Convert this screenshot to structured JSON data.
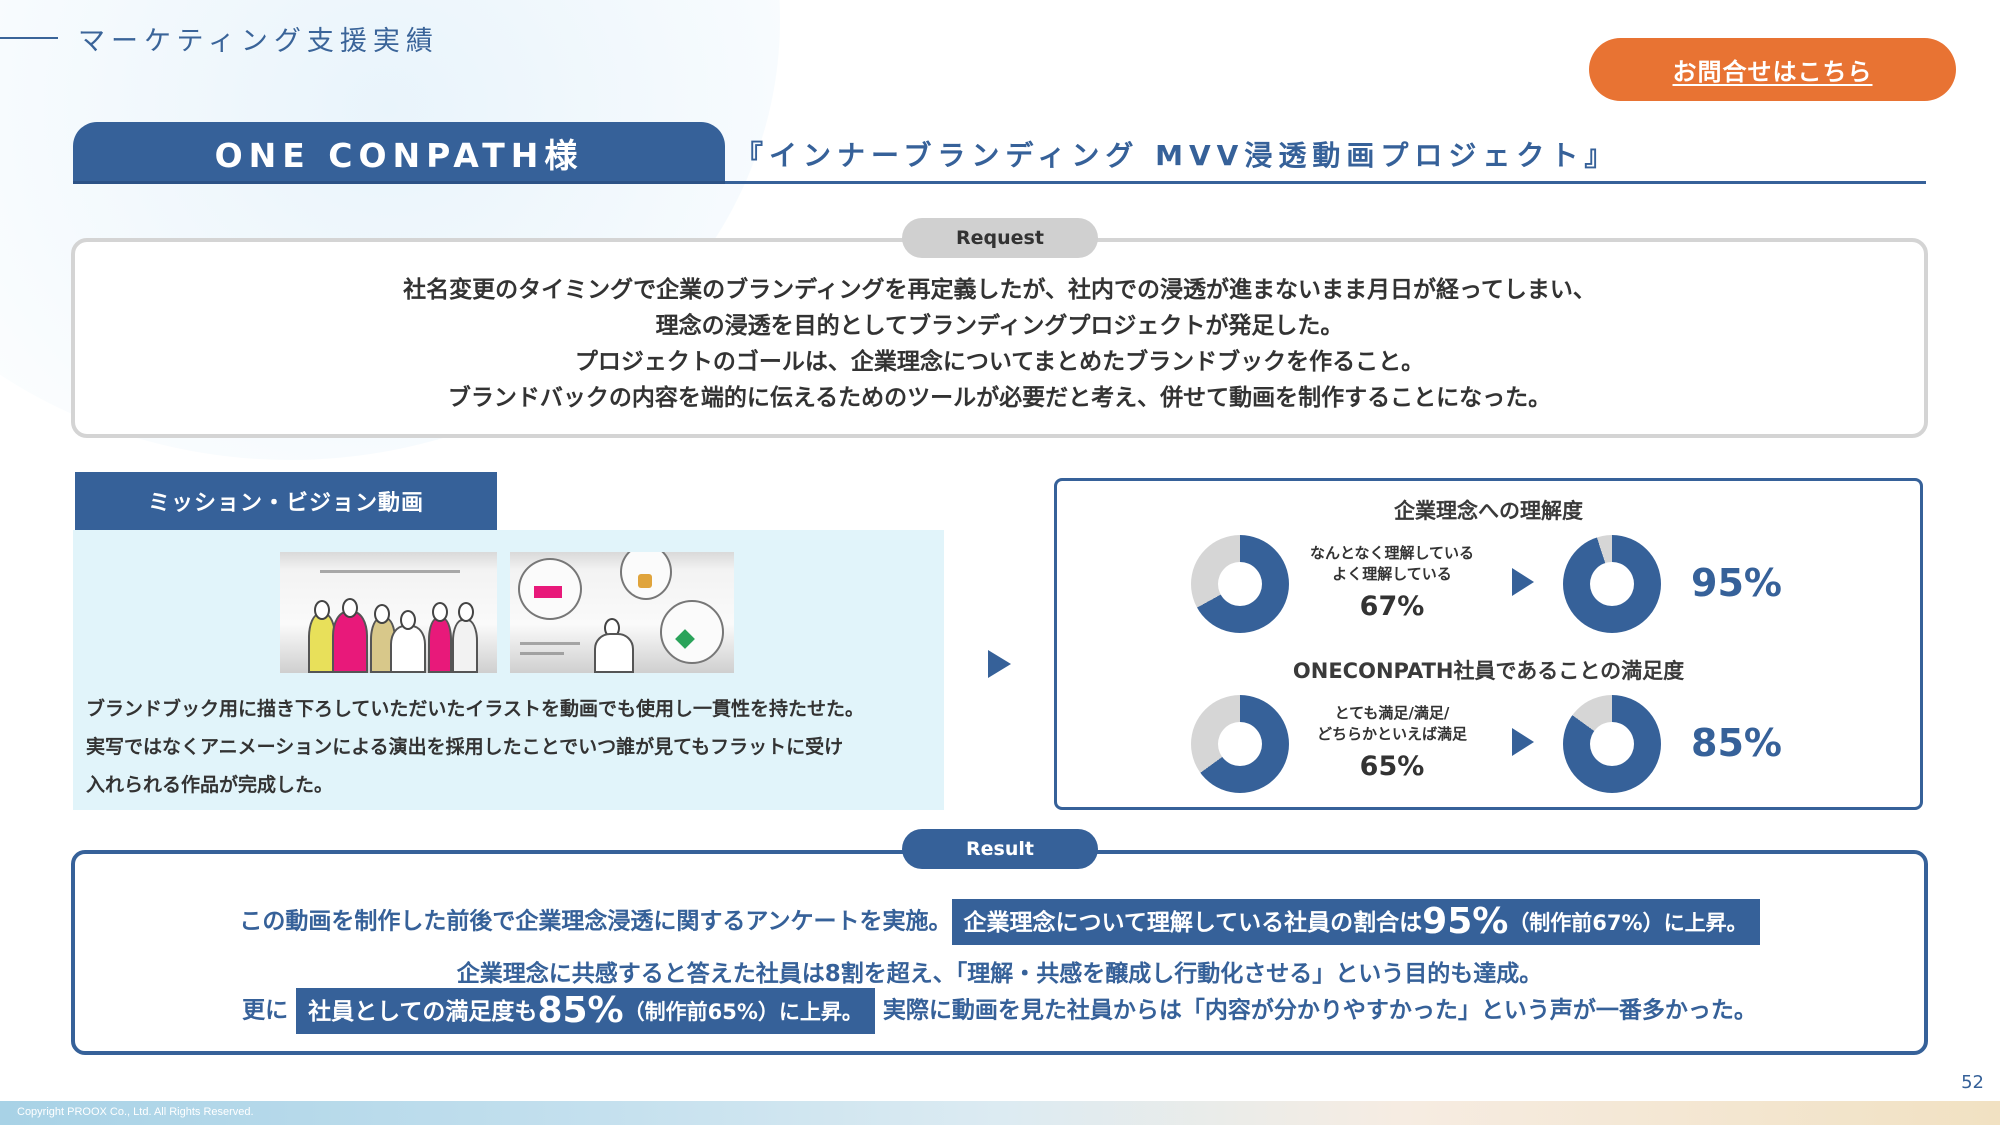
{
  "header": {
    "section_title": "マーケティング支援実績",
    "contact_button": "お問合せはこちら",
    "client_name": "ONE CONPATH様",
    "project_title": "『インナーブランディング MVV浸透動画プロジェクト』"
  },
  "request": {
    "badge": "Request",
    "lines": [
      "社名変更のタイミングで企業のブランディングを再定義したが、社内での浸透が進まないまま月日が経ってしまい、",
      "理念の浸透を目的としてブランディングプロジェクトが発足した。",
      "プロジェクトのゴールは、企業理念についてまとめたブランドブックを作ること。",
      "ブランドバックの内容を端的に伝えるためのツールが必要だと考え、併せて動画を制作することになった。"
    ]
  },
  "mission": {
    "header": "ミッション・ビジョン動画",
    "images": [
      "illustration-group-people",
      "illustration-speech-bubbles"
    ],
    "lines": [
      "ブランドブック用に描き下ろしていただいたイラストを動画でも使用し一貫性を持たせた。",
      "実写ではなくアニメーションによる演出を採用したことでいつ誰が見てもフラットに受け",
      "入れられる作品が完成した。"
    ]
  },
  "chart_data": [
    {
      "type": "pie",
      "title": "企業理念への理解度",
      "label_lines": [
        "なんとなく理解している",
        "よく理解している"
      ],
      "categories": [
        "before",
        "after"
      ],
      "values": [
        67,
        95
      ],
      "before_label": "67%",
      "after_label": "95%",
      "colors": {
        "filled": "#366199",
        "rest": "#d6d6d6"
      }
    },
    {
      "type": "pie",
      "title": "ONECONPATH社員であることの満足度",
      "label_lines": [
        "とても満足/満足/",
        "どちらかといえば満足"
      ],
      "categories": [
        "before",
        "after"
      ],
      "values": [
        65,
        85
      ],
      "before_label": "65%",
      "after_label": "85%",
      "colors": {
        "filled": "#366199",
        "rest": "#d6d6d6"
      }
    }
  ],
  "result": {
    "badge": "Result",
    "line1_plain": "この動画を制作した前後で企業理念浸透に関するアンケートを実施。",
    "line1_hl_pre": "企業理念について理解している社員の割合は",
    "line1_hl_big": "95%",
    "line1_hl_post": "（制作前67%）に上昇。",
    "line2": "企業理念に共感すると答えた社員は8割を超え、「理解・共感を醸成し行動化させる」という目的も達成。",
    "line3_pre": "更に",
    "line3_hl_pre": "社員としての満足度も",
    "line3_hl_big": "85%",
    "line3_hl_post": "（制作前65%）に上昇。",
    "line3_post": "実際に動画を見た社員からは「内容が分かりやすかった」という声が一番多かった。"
  },
  "footer": {
    "page_number": "52",
    "copyright": "Copyright  PROOX Co., Ltd. All Rights Reserved."
  },
  "colors": {
    "brand_blue": "#366199",
    "accent_orange": "#e87333",
    "panel_light_blue": "#e1f4fa",
    "request_border": "#d4d4d4"
  }
}
